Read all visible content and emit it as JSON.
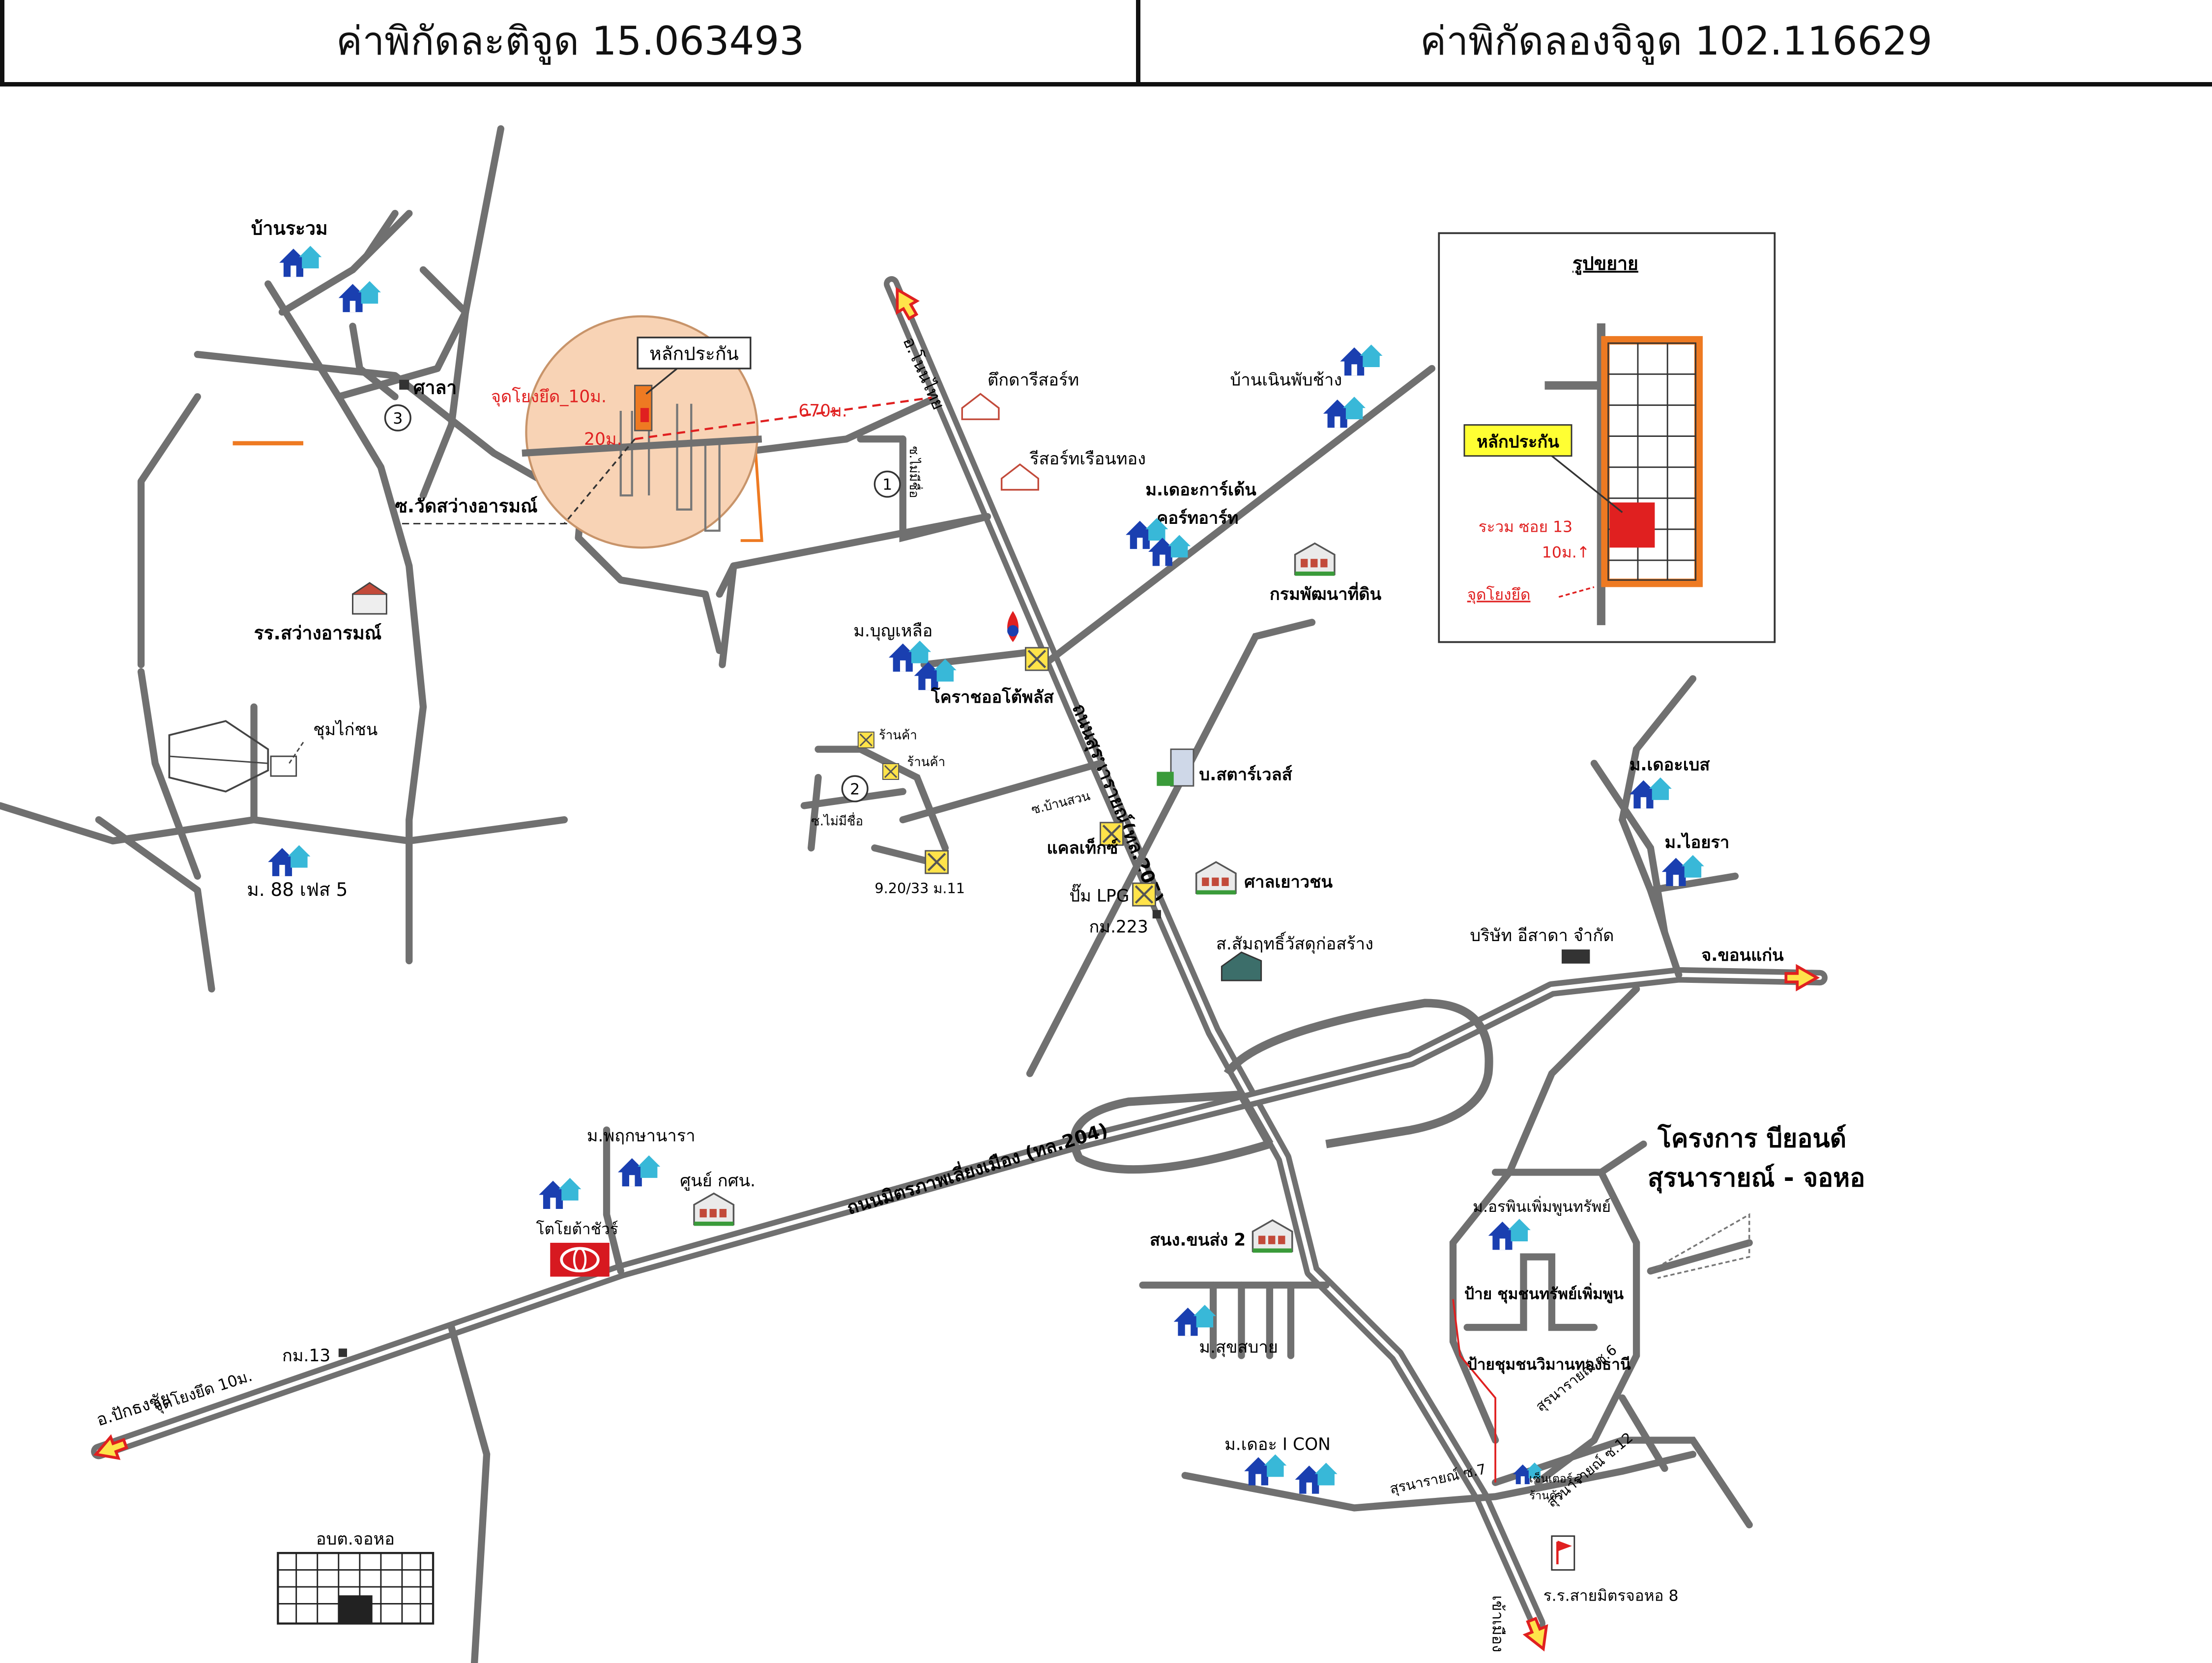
{
  "header": {
    "latitude_label": "ค่าพิกัดละติจูด 15.063493",
    "longitude_label": "ค่าพิกัดลองจิจูด 102.116629"
  },
  "colors": {
    "road": "#707070",
    "road_inner": "#ffffff",
    "highlight_circle": "#f8d3b5",
    "marker_red": "#e02020",
    "road_orange": "#ee7a22",
    "house_blue": "#1a3fb0",
    "house_cyan": "#38b8d8",
    "arrow_yellow": "#ffe34a",
    "label_box_yellow": "#ffff33",
    "toyota_red": "#d71920"
  },
  "labels": {
    "ban_rawom": "บ้านระวม",
    "sala": "ศาลา",
    "collateral": "หลักประกัน",
    "reference_point_10m": "จุดโยงยึด_10ม.",
    "dist_20m": "20ม.",
    "dist_670m": "670ม.",
    "soi_wat_sawang": "ซ.วัดสว่างอารมณ์",
    "school_sawang": "รร.สว่างอารมณ์",
    "chum_kai_chon": "ชุมไก่ชน",
    "moo88": "ม. 88 เฟส 5",
    "rm_bunyaluea": "ม.บุญเหลือ",
    "korat_auto_plus": "โคราชออโต้พลัส",
    "shop1": "ร้านค้า",
    "shop2": "ร้านค้า",
    "soi_ban_mai": "ซ.ไม่มีชื่อ",
    "soi_ban_mai2": "ซ.ไม่มีชื่อ",
    "soi_ban_mai3": "ซ.บ้านสวน",
    "addr_2033": "9.20/33 ม.11",
    "caltex": "แคลเท็กซ์",
    "lpg_pump": "ปั๊ม LPG",
    "km223": "กม.223",
    "star_wells": "บ.สตาร์เวลส์",
    "youth_court": "ศาลเยาวชน",
    "materials_store": "ส.สัมฤทธิ์วัสดุก่อสร้าง",
    "chok_dee_resort": "ตึกดารีสอร์ท",
    "resort_thong": "รีสอร์ทเรือนทอง",
    "garden_court": "ม.เดอะการ์เด้น",
    "garden_court2": "คอร์ทอาร์ท",
    "land_dev_dept": "กรมพัฒนาที่ดิน",
    "ban_nongphai": "บ้านเนินพับช้าง",
    "to_non_thai": "อ.โนนไทย",
    "highway_205": "ถนนสุรนารายณ์(ทล.205)",
    "detail_title": "รูปขยาย",
    "detail_collateral": "หลักประกัน",
    "detail_soi13": "ระวม ซอย 13",
    "detail_10m": "10ม.↑",
    "detail_ref": "จุดโยงยึด",
    "the_base": "ม.เดอะเบส",
    "baan_vira": "ม.ไอยรา",
    "isaan_company": "บริษัท อีสาดา จำกัด",
    "to_khon_kaen": "จ.ขอนแก่น",
    "project_line1": "โครงการ บียอนด์",
    "project_line2": "สุรนารายณ์ - จอหอ",
    "phruksa": "ม.พฤกษานารา",
    "kor_sor_nor": "ศูนย์ กศน.",
    "toyota": "โตโยต้าชัวร์",
    "bypass_204": "ถนนมิตรภาพเลี่ยงเมือง (ทล.204)",
    "km13": "กม.13",
    "to_pak_thong_chai": "อ.ปักธงชัย",
    "ref_10m_left": "จุดโยงยึด 10ม.",
    "sanong_2": "สนง.ขนส่ง 2",
    "suk_sabai": "ม.สุขสบาย",
    "isuzu_sign": "ม.อรพินเพิ่มพูนทรัพย์",
    "sign_1": "ป้าย ชุมชนทรัพย์เพิ่มพูน",
    "sign_2": "ป้ายชุมชนวิมานทองธานี",
    "icon": "ม.เดอะ I CON",
    "surana_7": "สุรนารายณ์ ซ.7",
    "surana_6": "สุรนารายณ์ ซ.6",
    "surana_12": "สุรนารายณ์ ซ.12",
    "small_shop": "เซ็นเตอร์ 2",
    "small_shop2": "ร้านค้า",
    "school_8": "ร.ร.สายมิตรจอหอ 8",
    "to_city": "เข้าเมือง",
    "obt_jorhor": "อบต.จอหอ",
    "circle_1": "1",
    "circle_2": "2",
    "circle_3": "3"
  }
}
